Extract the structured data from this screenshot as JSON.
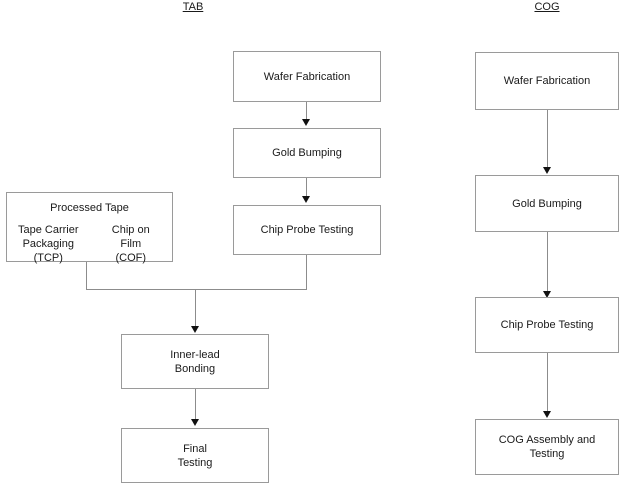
{
  "diagram": {
    "title_left": "TAB",
    "title_right": "COG",
    "columns": [
      {
        "name": "TAB",
        "header": "TAB",
        "nodes": [
          {
            "id": "tab-wafer-fabrication",
            "label": "Wafer Fabrication"
          },
          {
            "id": "tab-gold-bumping",
            "label": "Gold Bumping"
          },
          {
            "id": "tab-chip-probe-testing",
            "label": "Chip Probe Testing"
          },
          {
            "id": "tab-inner-lead-bonding",
            "label": "Inner-lead\nBonding"
          },
          {
            "id": "tab-final-testing",
            "label": "Final\nTesting"
          }
        ]
      },
      {
        "name": "COG",
        "header": "COG",
        "nodes": [
          {
            "id": "cog-wafer-fabrication",
            "label": "Wafer Fabrication"
          },
          {
            "id": "cog-gold-bumping",
            "label": "Gold Bumping"
          },
          {
            "id": "cog-chip-probe-testing",
            "label": "Chip Probe Testing"
          },
          {
            "id": "cog-assembly-and-testing",
            "label": "COG Assembly and\nTesting"
          }
        ]
      }
    ],
    "processed_tape": {
      "title": "Processed Tape",
      "left_option": "Tape Carrier\nPackaging\n(TCP)",
      "right_option": "Chip on\nFilm\n(COF)"
    },
    "colors": {
      "box_border": "#9a9a9a",
      "connector": "#8c8c8c",
      "arrow": "#111111",
      "text": "#1a1a1a",
      "background": "#ffffff"
    }
  }
}
